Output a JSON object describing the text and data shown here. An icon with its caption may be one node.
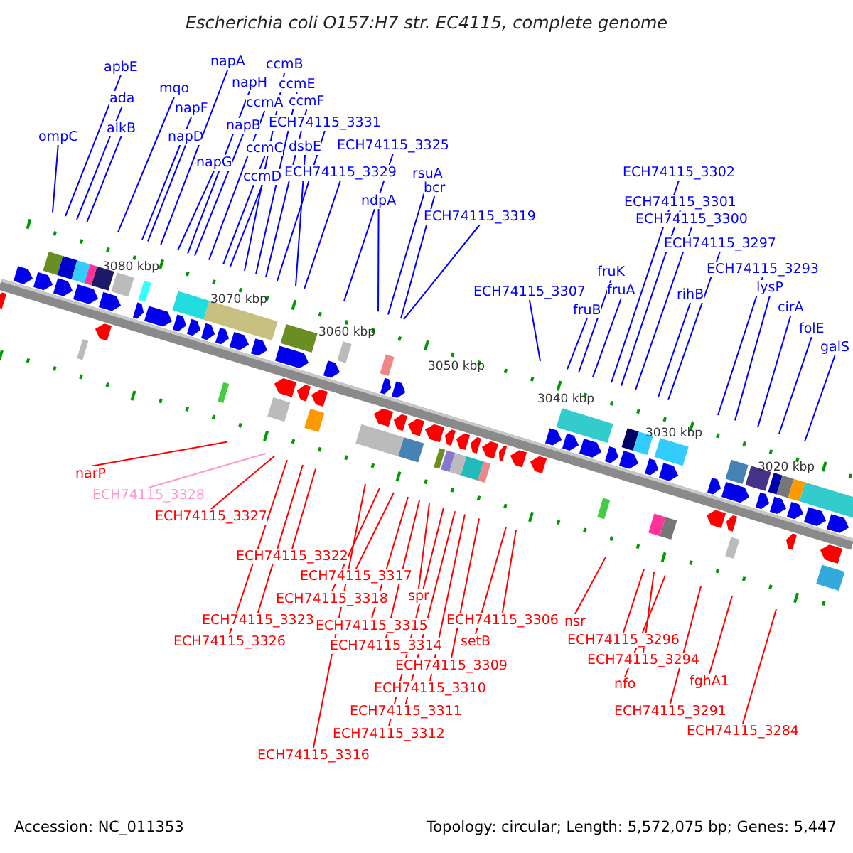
{
  "diagram": {
    "title": "Escherichia coli O157:H7 str. EC4115, complete genome",
    "nodes": [
      {
        "text": [
          "napA"
        ]
      },
      {
        "text": [
          "ccmB"
        ]
      },
      {
        "text": [
          "apbE"
        ]
      },
      {
        "text": [
          "napH"
        ]
      },
      {
        "text": [
          "ccmE"
        ]
      },
      {
        "text": [
          "mqo"
        ]
      },
      {
        "text": [
          "ada"
        ]
      },
      {
        "text": [
          "ccmA"
        ]
      },
      {
        "text": [
          "ccmF"
        ]
      },
      {
        "text": [
          "napF"
        ]
      },
      {
        "text": [
          "ECH74115_3331"
        ]
      },
      {
        "text": [
          "napB"
        ]
      },
      {
        "text": [
          "alkB"
        ]
      },
      {
        "text": [
          "ompC"
        ]
      },
      {
        "text": [
          "napD"
        ]
      },
      {
        "text": [
          "ECH74115_3325"
        ]
      },
      {
        "text": [
          "dsbE"
        ]
      },
      {
        "text": [
          "ccmC"
        ]
      },
      {
        "text": [
          "napG"
        ]
      },
      {
        "text": [
          "ECH74115_3302"
        ]
      },
      {
        "text": [
          "ECH74115_3329"
        ]
      },
      {
        "text": [
          "rsuA"
        ]
      },
      {
        "text": [
          "ccmD"
        ]
      },
      {
        "text": [
          "bcr"
        ]
      },
      {
        "text": [
          "ndpA"
        ]
      },
      {
        "text": [
          "ECH74115_3301"
        ]
      },
      {
        "text": [
          "ECH74115_3319"
        ]
      },
      {
        "text": [
          "ECH74115_3300"
        ]
      },
      {
        "text": [
          "ECH74115_3297"
        ]
      },
      {
        "text": [
          "ECH74115_3293"
        ]
      },
      {
        "text": [
          "fruK"
        ]
      },
      {
        "text": [
          "lysP"
        ]
      },
      {
        "text": [
          "fruA"
        ]
      },
      {
        "text": [
          "ECH74115_3307"
        ]
      },
      {
        "text": [
          "rihB"
        ]
      },
      {
        "text": [
          "cirA"
        ]
      },
      {
        "text": [
          "fruB"
        ]
      },
      {
        "text": [
          "folE"
        ]
      },
      {
        "text": [
          "galS"
        ]
      },
      {
        "text": [
          "narP"
        ]
      },
      {
        "text": [
          "ECH74115_3328"
        ]
      },
      {
        "text": [
          "ECH74115_3327"
        ]
      },
      {
        "text": [
          "ECH74115_3322"
        ]
      },
      {
        "text": [
          "ECH74115_3317"
        ]
      },
      {
        "text": [
          "spr"
        ]
      },
      {
        "text": [
          "ECH74115_3318"
        ]
      },
      {
        "text": [
          "ECH74115_3323"
        ]
      },
      {
        "text": [
          "ECH74115_3306"
        ]
      },
      {
        "text": [
          "nsr"
        ]
      },
      {
        "text": [
          "ECH74115_3315"
        ]
      },
      {
        "text": [
          "ECH74115_3296"
        ]
      },
      {
        "text": [
          "ECH74115_3326"
        ]
      },
      {
        "text": [
          "setB"
        ]
      },
      {
        "text": [
          "ECH74115_3314"
        ]
      },
      {
        "text": [
          "ECH74115_3294"
        ]
      },
      {
        "text": [
          "ECH74115_3309"
        ]
      },
      {
        "text": [
          "fghA1"
        ]
      },
      {
        "text": [
          "nfo"
        ]
      },
      {
        "text": [
          "ECH74115_3310"
        ]
      },
      {
        "text": [
          "ECH74115_3311"
        ]
      },
      {
        "text": [
          "ECH74115_3291"
        ]
      },
      {
        "text": [
          "ECH74115_3284"
        ]
      },
      {
        "text": [
          "ECH74115_3312"
        ]
      },
      {
        "text": [
          "ECH74115_3316"
        ]
      }
    ],
    "edges": [
      {
        "from": 0,
        "to": null,
        "arrow": "none"
      },
      {
        "from": 1,
        "to": null,
        "arrow": "none"
      },
      {
        "from": 2,
        "to": null,
        "arrow": "none"
      },
      {
        "from": 3,
        "to": null,
        "arrow": "none"
      },
      {
        "from": 4,
        "to": null,
        "arrow": "none"
      },
      {
        "from": 5,
        "to": null,
        "arrow": "none"
      },
      {
        "from": 6,
        "to": null,
        "arrow": "none"
      },
      {
        "from": 7,
        "to": null,
        "arrow": "none"
      },
      {
        "from": 8,
        "to": null,
        "arrow": "none"
      },
      {
        "from": 9,
        "to": null,
        "arrow": "none"
      },
      {
        "from": 10,
        "to": null,
        "arrow": "none"
      },
      {
        "from": 11,
        "to": null,
        "arrow": "none"
      },
      {
        "from": 12,
        "to": null,
        "arrow": "none"
      },
      {
        "from": 13,
        "to": null,
        "arrow": "none"
      },
      {
        "from": 14,
        "to": null,
        "arrow": "none"
      },
      {
        "from": 15,
        "to": null,
        "arrow": "none"
      },
      {
        "from": 16,
        "to": null,
        "arrow": "none"
      },
      {
        "from": 17,
        "to": null,
        "arrow": "none"
      },
      {
        "from": 18,
        "to": null,
        "arrow": "none"
      },
      {
        "from": 19,
        "to": null,
        "arrow": "none"
      },
      {
        "from": 20,
        "to": null,
        "arrow": "none"
      },
      {
        "from": 21,
        "to": null,
        "arrow": "none"
      },
      {
        "from": 22,
        "to": null,
        "arrow": "none"
      },
      {
        "from": 23,
        "to": null,
        "arrow": "none"
      },
      {
        "from": 24,
        "to": null,
        "arrow": "none"
      },
      {
        "from": 25,
        "to": null,
        "arrow": "none"
      },
      {
        "from": 26,
        "to": null,
        "arrow": "none"
      },
      {
        "from": 27,
        "to": null,
        "arrow": "none"
      },
      {
        "from": 28,
        "to": null,
        "arrow": "none"
      },
      {
        "from": 29,
        "to": null,
        "arrow": "none"
      },
      {
        "from": 30,
        "to": null,
        "arrow": "none"
      },
      {
        "from": 31,
        "to": null,
        "arrow": "none"
      },
      {
        "from": 32,
        "to": null,
        "arrow": "none"
      },
      {
        "from": 33,
        "to": null,
        "arrow": "none"
      },
      {
        "from": 34,
        "to": null,
        "arrow": "none"
      },
      {
        "from": 35,
        "to": null,
        "arrow": "none"
      },
      {
        "from": 36,
        "to": null,
        "arrow": "none"
      },
      {
        "from": 37,
        "to": null,
        "arrow": "none"
      },
      {
        "from": 38,
        "to": null,
        "arrow": "none"
      },
      {
        "from": 39,
        "to": null,
        "arrow": "none",
        "color": "#ff0000"
      },
      {
        "from": 40,
        "to": null,
        "arrow": "none",
        "color": "#ff99cc"
      },
      {
        "from": 41,
        "to": null,
        "arrow": "none",
        "color": "#ff0000"
      },
      {
        "from": 42,
        "to": null,
        "arrow": "none",
        "color": "#ff0000"
      },
      {
        "from": 43,
        "to": null,
        "arrow": "none",
        "color": "#ff0000"
      },
      {
        "from": 44,
        "to": null,
        "arrow": "none",
        "color": "#ff0000"
      },
      {
        "from": 45,
        "to": null,
        "arrow": "none",
        "color": "#ff0000"
      },
      {
        "from": 46,
        "to": null,
        "arrow": "none",
        "color": "#ff0000"
      },
      {
        "from": 47,
        "to": null,
        "arrow": "none",
        "color": "#ff0000"
      },
      {
        "from": 48,
        "to": null,
        "arrow": "none",
        "color": "#ff0000"
      },
      {
        "from": 49,
        "to": null,
        "arrow": "none",
        "color": "#ff0000"
      },
      {
        "from": 50,
        "to": null,
        "arrow": "none",
        "color": "#ff0000"
      },
      {
        "from": 51,
        "to": null,
        "arrow": "none",
        "color": "#ff0000"
      },
      {
        "from": 52,
        "to": null,
        "arrow": "none",
        "color": "#ff0000"
      },
      {
        "from": 53,
        "to": null,
        "arrow": "none",
        "color": "#ff0000"
      },
      {
        "from": 54,
        "to": null,
        "arrow": "none",
        "color": "#ff0000"
      },
      {
        "from": 55,
        "to": null,
        "arrow": "none",
        "color": "#ff0000"
      },
      {
        "from": 56,
        "to": null,
        "arrow": "none",
        "color": "#ff0000"
      },
      {
        "from": 57,
        "to": null,
        "arrow": "none",
        "color": "#ff0000"
      },
      {
        "from": 58,
        "to": null,
        "arrow": "none",
        "color": "#ff0000"
      },
      {
        "from": 59,
        "to": null,
        "arrow": "none",
        "color": "#ff0000"
      },
      {
        "from": 60,
        "to": null,
        "arrow": "none",
        "color": "#ff0000"
      },
      {
        "from": 61,
        "to": null,
        "arrow": "none",
        "color": "#ff0000"
      },
      {
        "from": 62,
        "to": null,
        "arrow": "none",
        "color": "#ff0000"
      },
      {
        "from": 63,
        "to": null,
        "arrow": "none",
        "color": "#ff0000"
      }
    ],
    "labels": [
      "3080 kbp",
      "3070 kbp",
      "3060 kbp",
      "3050 kbp",
      "3040 kbp",
      "3030 kbp",
      "3020 kbp",
      "Accession: NC_011353",
      "Topology: circular; Length: 5,572,075 bp; Genes: 5,447"
    ]
  }
}
